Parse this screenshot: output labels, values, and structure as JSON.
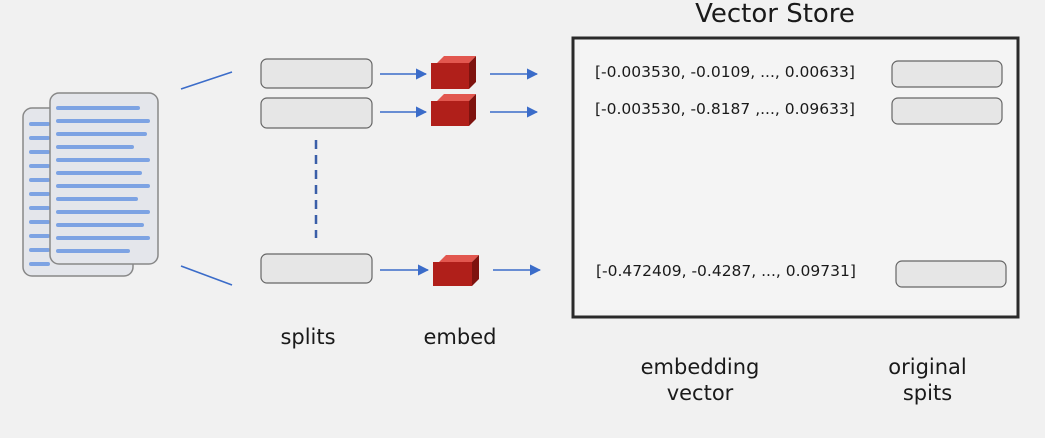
{
  "vector_store": {
    "title": "Vector Store",
    "rows": [
      {
        "vector": "[-0.003530, -0.0109, ..., 0.00633]"
      },
      {
        "vector": "[-0.003530, -0.8187 ,..., 0.09633]"
      },
      {
        "vector": "[-0.472409, -0.4287, ..., 0.09731]"
      }
    ]
  },
  "labels": {
    "splits": "splits",
    "embed": "embed",
    "embedding_vector": [
      "embedding",
      "vector"
    ],
    "original_splits": [
      "original",
      "spits"
    ]
  },
  "colors": {
    "arrow": "#3b6cc9",
    "cube_front": "#b01f1a",
    "doc_line": "#7da3e3",
    "box_fill": "#e6e6e6",
    "border": "#444444"
  }
}
